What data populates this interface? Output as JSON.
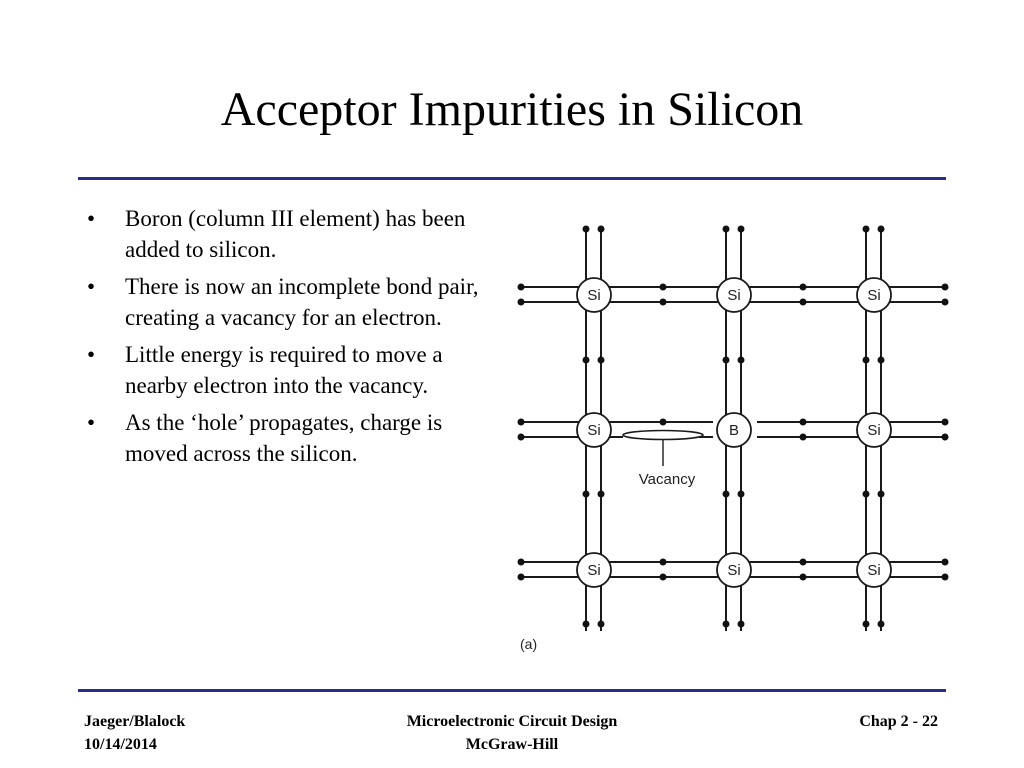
{
  "slide": {
    "title": "Acceptor Impurities in Silicon",
    "bullets": [
      "Boron (column III element) has been added to silicon.",
      "There is now an incomplete bond pair, creating a vacancy for an electron.",
      "Little energy is required to move a nearby electron into the vacancy.",
      "As the ‘hole’ propagates, charge is moved across the silicon."
    ],
    "bullet_symbol": "•"
  },
  "diagram": {
    "atoms": [
      [
        "Si",
        "Si",
        "Si"
      ],
      [
        "Si",
        "B",
        "Si"
      ],
      [
        "Si",
        "Si",
        "Si"
      ]
    ],
    "vacancy_label": "Vacancy",
    "caption": "(a)"
  },
  "footer": {
    "authors": "Jaeger/Blalock",
    "date": "10/14/2014",
    "course": "Microelectronic Circuit Design",
    "publisher": "McGraw-Hill",
    "page": "Chap 2 - 22"
  }
}
